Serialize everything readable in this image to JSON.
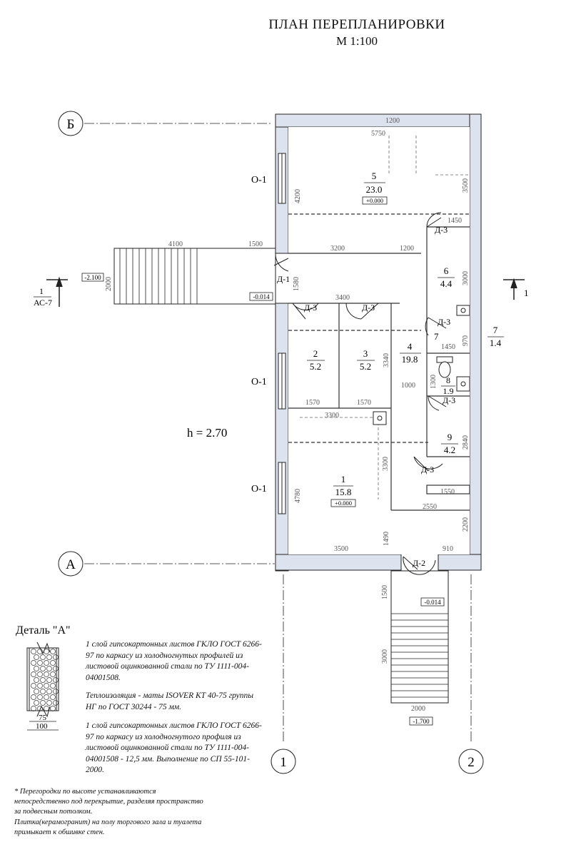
{
  "header": {
    "title": "ПЛАН ПЕРЕПЛАНИРОВКИ",
    "scale": "М 1:100"
  },
  "axes": {
    "b": "Б",
    "a": "А",
    "one": "1",
    "two": "2"
  },
  "section_marks": {
    "left_num": "1",
    "left_ref": "АС-7",
    "right_num": "1"
  },
  "height_label": "h = 2.70",
  "windows": [
    "О-1",
    "О-1",
    "О-1"
  ],
  "doors": {
    "d1": "Д-1",
    "d2": "Д-2",
    "d3": [
      "Д-3",
      "Д-3",
      "Д-3",
      "Д-3",
      "Д-3",
      "Д-3"
    ]
  },
  "rooms": [
    {
      "num": "5",
      "area": "23.0",
      "level": "+0.000"
    },
    {
      "num": "6",
      "area": "4.4"
    },
    {
      "num": "2",
      "area": "5.2"
    },
    {
      "num": "3",
      "area": "5.2"
    },
    {
      "num": "4",
      "area": "19.8"
    },
    {
      "num": "7",
      "area": ""
    },
    {
      "num": "8",
      "area": "1.9"
    },
    {
      "num": "9",
      "area": "4.2"
    },
    {
      "num": "1",
      "area": "15.8",
      "level": "+0.000"
    },
    {
      "num": "7",
      "area": "1.4"
    }
  ],
  "levels": {
    "stair_left": "-2.100",
    "entry_left": "-0.014",
    "entry_bottom": "-0.014",
    "stair_bottom": "-1.700"
  },
  "dimensions": {
    "d5750": "5750",
    "d4200": "4200",
    "d3500a": "3500",
    "d1450a": "1450",
    "d4100": "4100",
    "d1500a": "1500",
    "d3200": "3200",
    "d1200": "1200",
    "d2000a": "2000",
    "d1580": "1580",
    "d3400": "3400",
    "d3000a": "3000",
    "d1450b": "1450",
    "d970": "970",
    "d3340": "3340",
    "d1300": "1300",
    "d1000": "1000",
    "d1570a": "1570",
    "d1570b": "1570",
    "d3300a": "3300",
    "d3300b": "3300",
    "d2840": "2840",
    "d1550": "1550",
    "d4780": "4780",
    "d2550": "2550",
    "d2200": "2200",
    "d1490": "1490",
    "d3500b": "3500",
    "d910": "910",
    "d1500b": "1500",
    "d3000b": "3000",
    "d2000b": "2000",
    "d1200b": "1200"
  },
  "detail": {
    "title": "Деталь \"А\"",
    "dim_inner": "75",
    "dim_outer": "100",
    "note1": "1 слой гипсокартонных листов ГКЛО ГОСТ 6266-97 по каркасу из холодногнутых профилей из листовой оцинкованной стали по ТУ 1111-004-04001508.",
    "note2": "Теплоизоляция - маты ISOVER КТ 40-75 группы НГ по ГОСТ 30244 - 75 мм.",
    "note3": "1 слой гипсокартонных листов ГКЛО ГОСТ 6266-97 по каркасу из холодногнутого профиля из листовой оцинкованной стали по ТУ 1111-004-04001508 - 12,5 мм. Выполнение по СП 55-101-2000."
  },
  "footnote": {
    "line1": "* Перегородки по высоте устанавливаются",
    "line2": "непосредственно под перекрытие, разделяя пространство",
    "line3": "за подвесным потолком.",
    "line4": "Плитка(керамогранит) на полу торгового зала и туалета",
    "line5": "примыкает к обшивке стен."
  }
}
